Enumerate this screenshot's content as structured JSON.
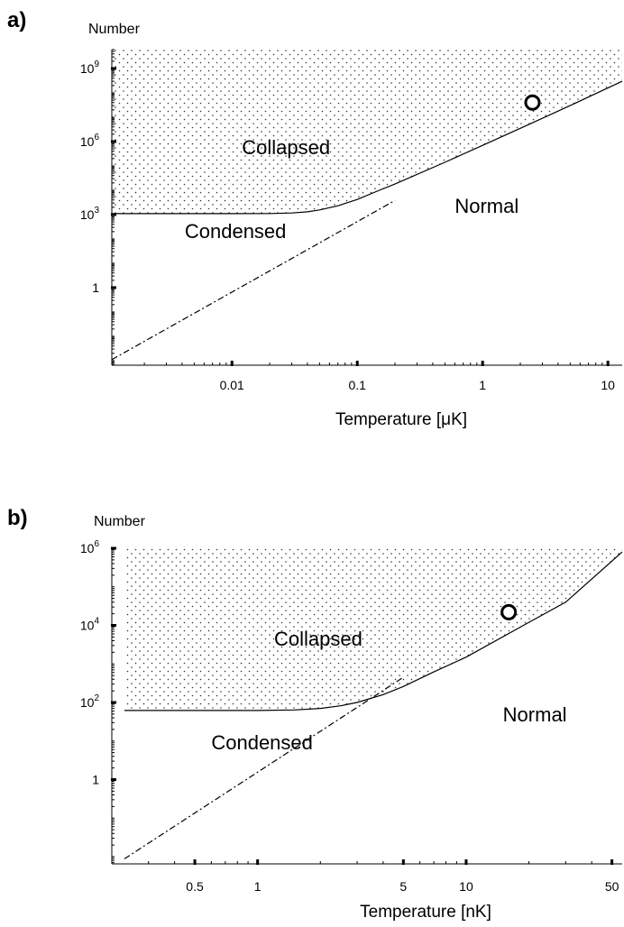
{
  "chart_data": [
    {
      "type": "line",
      "panel_label": "a)",
      "ylabel": "Number",
      "xlabel": "Temperature [μK]",
      "x_scale": "log",
      "y_scale": "log",
      "xlim": [
        0.0011,
        13
      ],
      "ylim": [
        0.00065,
        6000000000
      ],
      "x_ticks": [
        {
          "value": 0.01,
          "label": "0.01"
        },
        {
          "value": 0.1,
          "label": "0.1"
        },
        {
          "value": 1,
          "label": "1"
        },
        {
          "value": 10,
          "label": "10"
        }
      ],
      "y_ticks": [
        {
          "value": 1,
          "base": "1",
          "exp": ""
        },
        {
          "value": 1000,
          "base": "10",
          "exp": "3"
        },
        {
          "value": 1000000,
          "base": "10",
          "exp": "6"
        },
        {
          "value": 1000000000,
          "base": "10",
          "exp": "9"
        }
      ],
      "series": [
        {
          "style": "solid",
          "description": "critical number for collapse",
          "x": [
            0.0011,
            0.01,
            0.02,
            0.03,
            0.04,
            0.05,
            0.07,
            0.1,
            0.15,
            0.2,
            0.5,
            1,
            2,
            5,
            13
          ],
          "y": [
            1100,
            1100,
            1110,
            1160,
            1300,
            1550,
            2300,
            4200,
            10000,
            18000,
            140000,
            700000,
            3500000,
            30000000,
            300000000
          ]
        },
        {
          "style": "dashed",
          "description": "critical number for condensation",
          "x": [
            0.0011,
            0.2
          ],
          "y": [
            0.0011,
            3800
          ]
        }
      ],
      "marker": {
        "x": 2.5,
        "y": 40000000
      },
      "regions": [
        {
          "label": "Collapsed",
          "x": 0.012,
          "y": 300000
        },
        {
          "label": "Normal",
          "x": 0.6,
          "y": 1200
        },
        {
          "label": "Condensed",
          "x": 0.0042,
          "y": 110
        }
      ]
    },
    {
      "type": "line",
      "panel_label": "b)",
      "ylabel": "Number",
      "xlabel": "Temperature [nK]",
      "x_scale": "log",
      "y_scale": "log",
      "xlim": [
        0.2,
        56
      ],
      "ylim": [
        0.0065,
        1000000
      ],
      "x_ticks": [
        {
          "value": 0.5,
          "label": "0.5"
        },
        {
          "value": 1,
          "label": "1"
        },
        {
          "value": 5,
          "label": "5"
        },
        {
          "value": 10,
          "label": "10"
        },
        {
          "value": 50,
          "label": "50"
        }
      ],
      "y_ticks": [
        {
          "value": 1,
          "base": "1",
          "exp": ""
        },
        {
          "value": 100,
          "base": "10",
          "exp": "2"
        },
        {
          "value": 10000,
          "base": "10",
          "exp": "4"
        },
        {
          "value": 1000000,
          "base": "10",
          "exp": "6"
        }
      ],
      "series": [
        {
          "style": "solid",
          "description": "critical number for collapse",
          "x": [
            0.23,
            1,
            1.5,
            2,
            2.5,
            3,
            4,
            5,
            7,
            10,
            20,
            30,
            56
          ],
          "y": [
            62,
            62,
            64,
            70,
            82,
            100,
            160,
            260,
            620,
            1500,
            12000,
            40000,
            800000
          ]
        },
        {
          "style": "dashed",
          "description": "critical number for condensation",
          "x": [
            0.23,
            5
          ],
          "y": [
            0.0088,
            450
          ]
        }
      ],
      "marker": {
        "x": 16,
        "y": 22000
      },
      "regions": [
        {
          "label": "Collapsed",
          "x": 1.2,
          "y": 3000
        },
        {
          "label": "Normal",
          "x": 15,
          "y": 32
        },
        {
          "label": "Condensed",
          "x": 0.6,
          "y": 6
        }
      ]
    }
  ]
}
